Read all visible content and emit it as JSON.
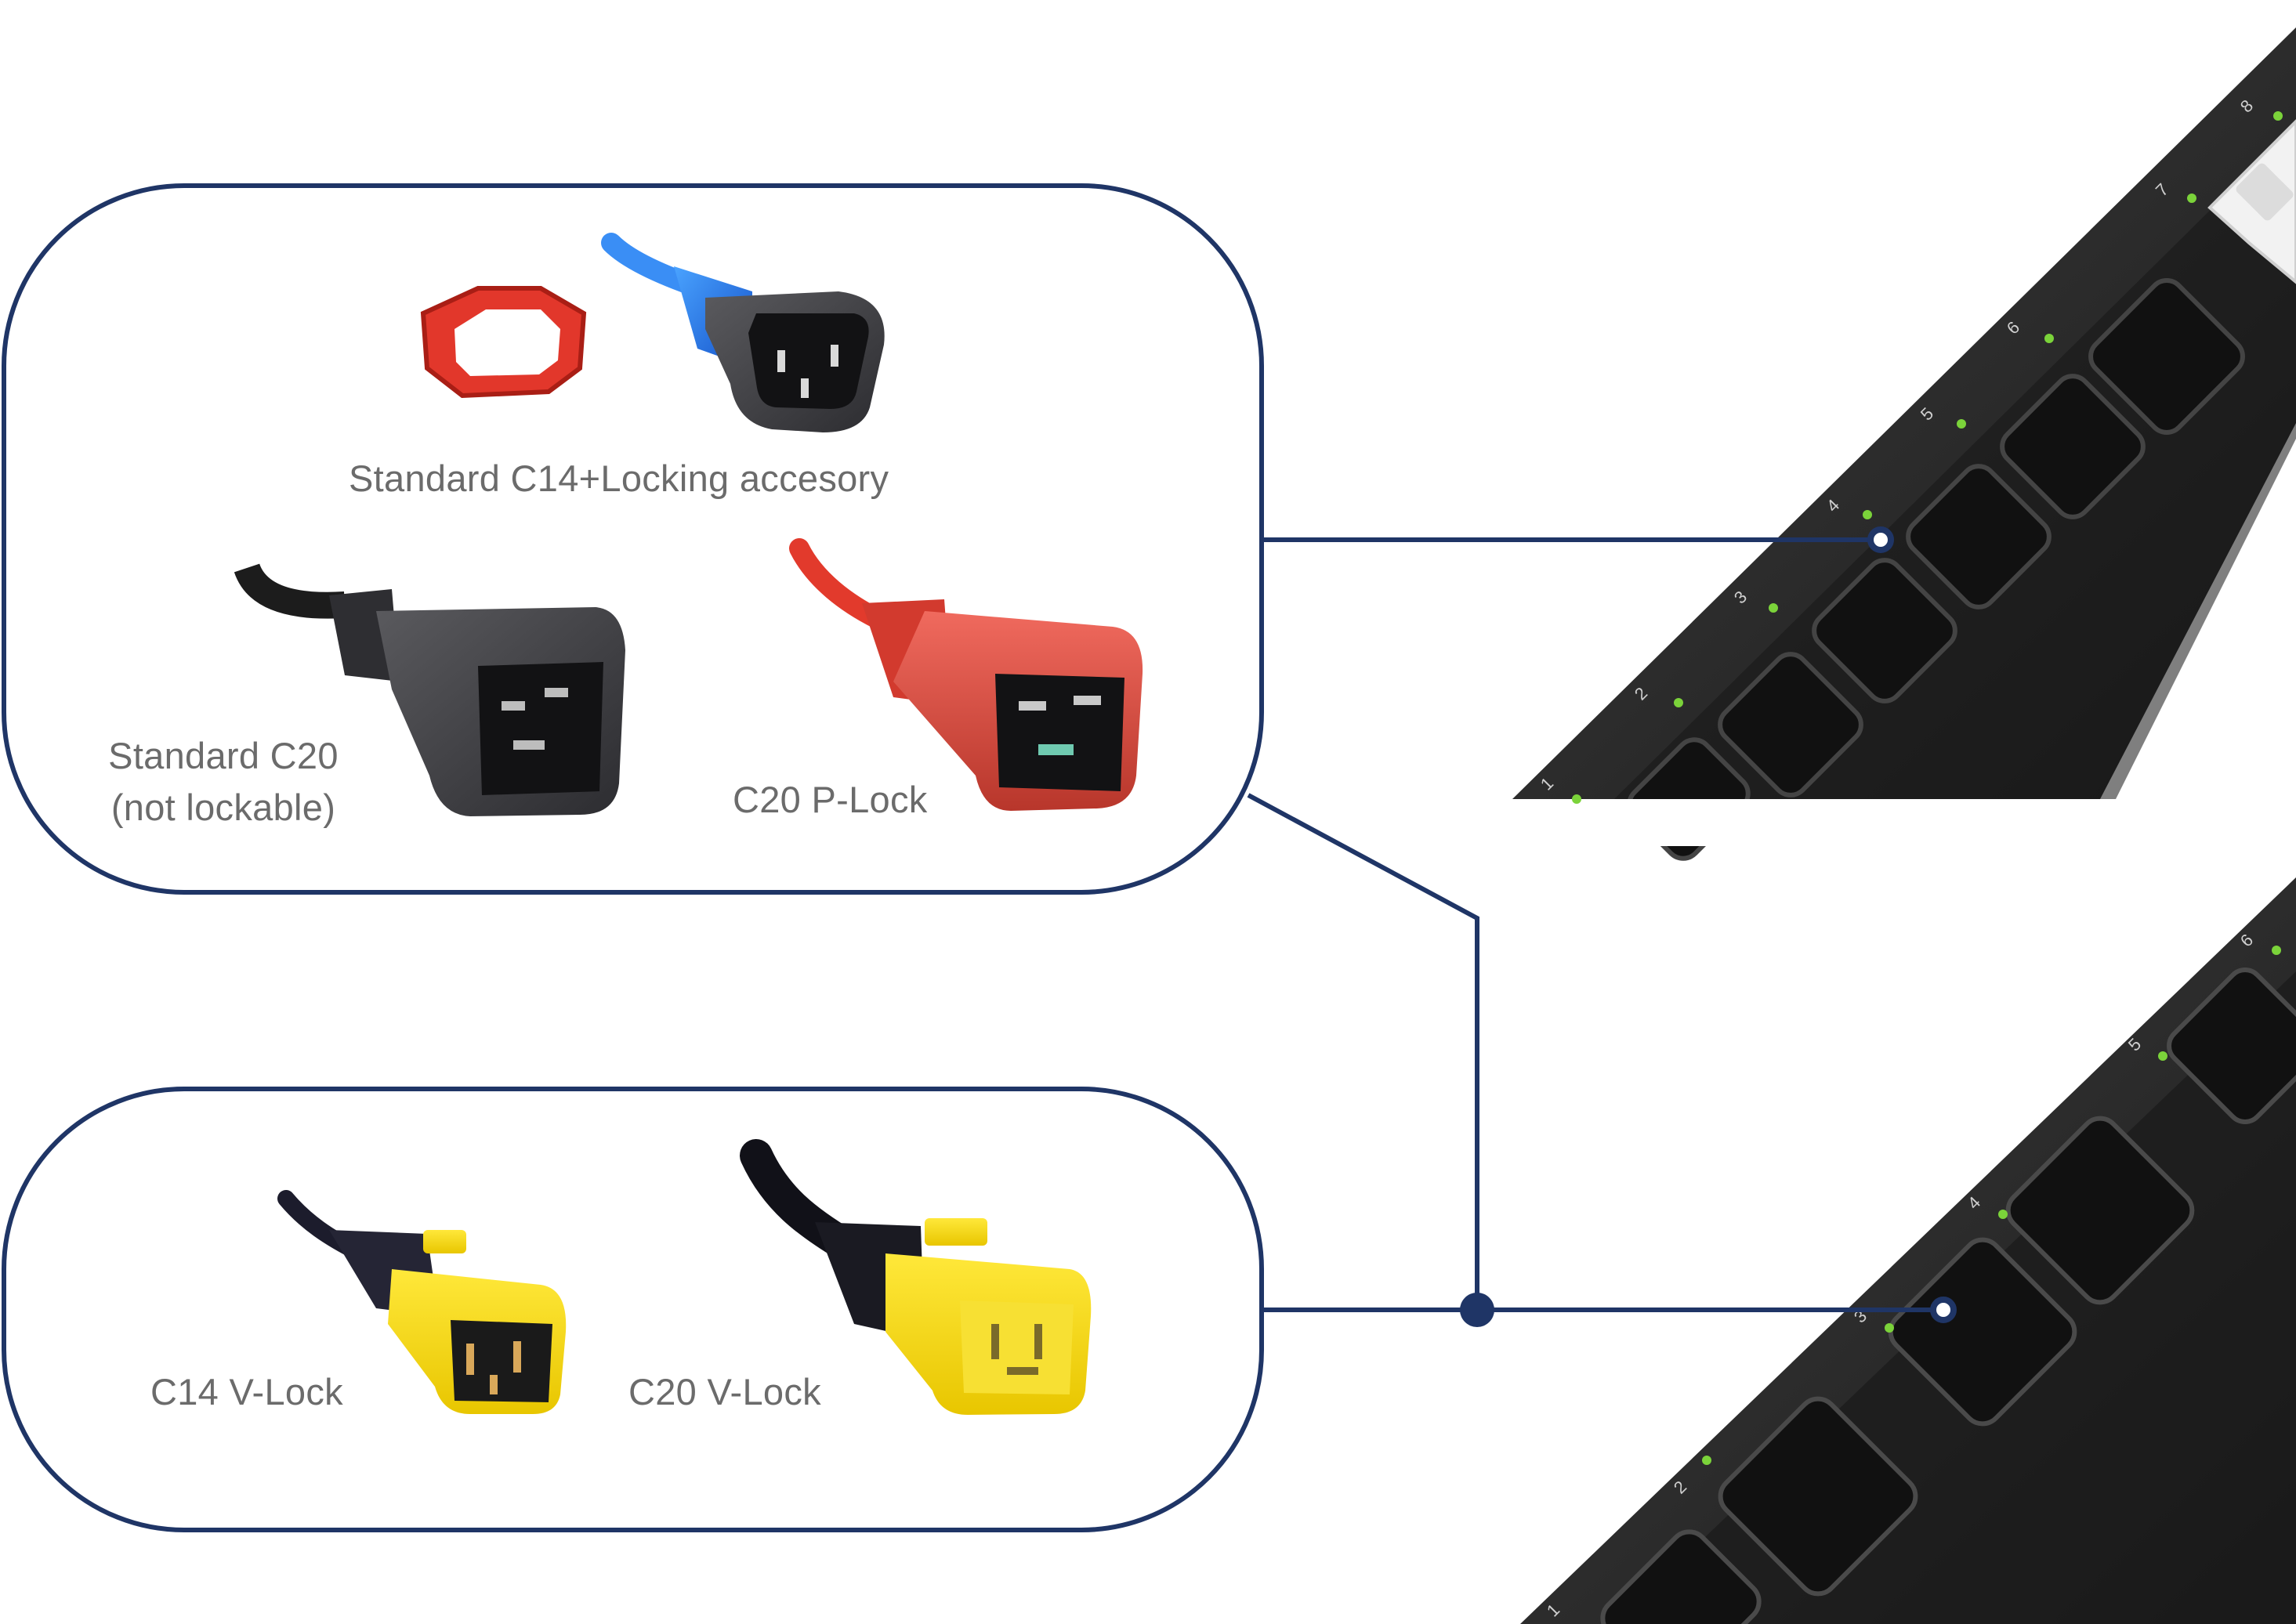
{
  "colors": {
    "panel_border": "#1f3566",
    "connector_line": "#1f3566",
    "label_text": "#6b6b6b",
    "pdu_body": "#2b2b2b",
    "led_green": "#7bd33a",
    "c14_blue": "#1f6fe8",
    "lock_red": "#e2372b",
    "vlock_yellow": "#f5de1e"
  },
  "panels": {
    "standard": {
      "c14_locking": {
        "label": "Standard C14+Locking accesory"
      },
      "c20_standard": {
        "label_line1": "Standard C20",
        "label_line2": "(not lockable)"
      },
      "c20_plock": {
        "label": "C20 P-Lock"
      }
    },
    "vlock": {
      "c14_vlock": {
        "label": "C14 V-Lock"
      },
      "c20_vlock": {
        "label": "C20 V-Lock"
      }
    }
  },
  "pdu_top": {
    "outlet_numbers": [
      "1",
      "2",
      "3",
      "4",
      "5",
      "6",
      "7",
      "8"
    ]
  },
  "pdu_bottom": {
    "outlet_numbers": [
      "1",
      "2",
      "3",
      "4",
      "5",
      "6"
    ]
  },
  "icons": [
    "c14-plug-icon",
    "locking-clip-icon",
    "c20-plug-icon",
    "c20-plock-plug-icon",
    "c14-vlock-plug-icon",
    "c20-vlock-plug-icon",
    "pdu-icon"
  ]
}
